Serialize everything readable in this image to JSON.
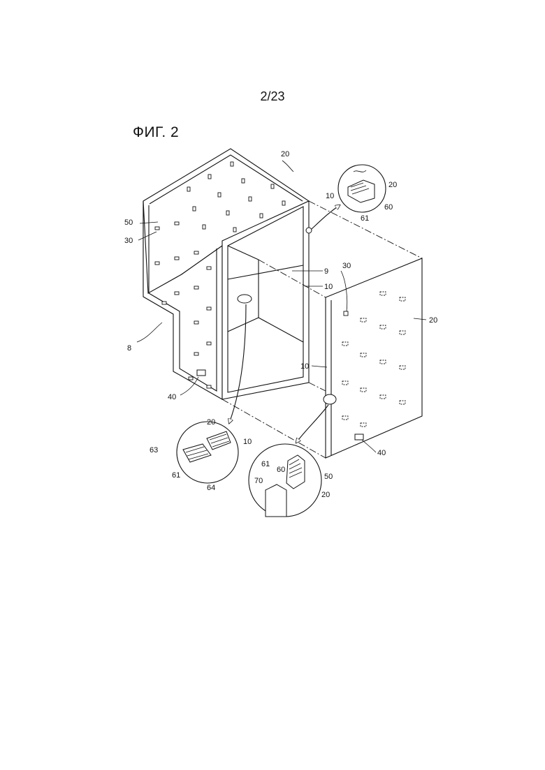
{
  "sheet": {
    "number": "2/23"
  },
  "figure": {
    "title": "ФИГ. 2"
  },
  "labels": {
    "l20_top": "20",
    "l50": "50",
    "l30_left": "30",
    "l8": "8",
    "l40_left": "40",
    "l9": "9",
    "l10_center": "10",
    "l30_right": "30",
    "l20_right": "20",
    "l10_right": "10",
    "l40_right": "40",
    "d1_10": "10",
    "d1_20": "20",
    "d1_60": "60",
    "d1_61": "61",
    "d2_20": "20",
    "d2_10": "10",
    "d2_63": "63",
    "d2_61": "61",
    "d2_64": "64",
    "d3_61": "61",
    "d3_60": "60",
    "d3_70": "70",
    "d3_50": "50",
    "d3_20": "20"
  }
}
